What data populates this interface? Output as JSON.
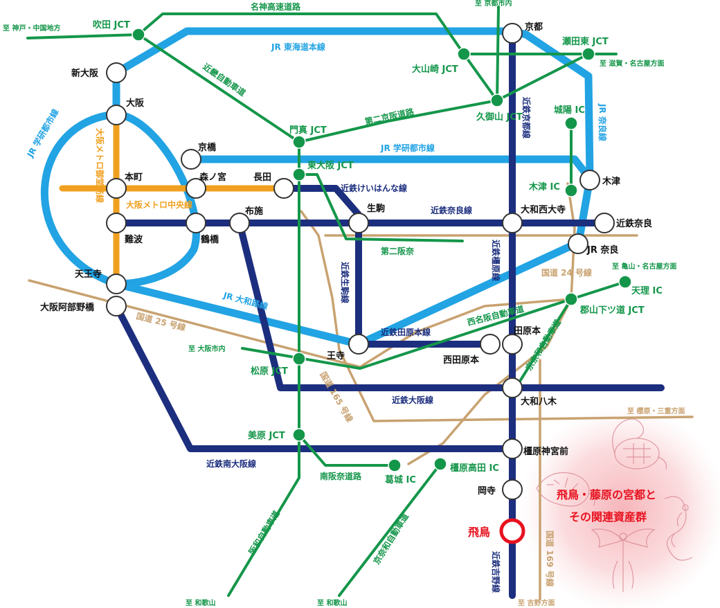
{
  "colors": {
    "jr": "#22a3e3",
    "kintetsu": "#1c2e7e",
    "expressway": "#14964a",
    "metro": "#f0a020",
    "national_road": "#c8a270",
    "highlight": "#e8121f",
    "highlight_glow": "#f5a8ae"
  },
  "lines": {
    "jr_tokaido": "JR 東海道本線",
    "jr_gakken_left": "JR 学研都市線",
    "jr_gakken_right": "JR 学研都市線",
    "jr_nara": "JR 奈良線",
    "jr_yamatoji": "JR 大和路線",
    "metro_midosuji": "大阪メトロ御堂筋線",
    "metro_chuo": "大阪メトロ中央線",
    "kintetsu_keihanna": "近鉄けいはんな線",
    "kintetsu_nara": "近鉄奈良線",
    "kintetsu_kyoto": "近鉄京都線",
    "kintetsu_kashihara": "近鉄橿原線",
    "kintetsu_ikoma": "近鉄生駒線",
    "kintetsu_tawaramoto": "近鉄田原本線",
    "kintetsu_osaka": "近鉄大阪線",
    "kintetsu_minami_osaka": "近鉄南大阪線",
    "kintetsu_yoshino": "近鉄吉野線"
  },
  "roads": {
    "meishin": "名神高速道路",
    "kinki": "近畿自動車道",
    "daini_keihan": "第二京阪道路",
    "daini_hanna": "第二阪奈",
    "nishi_meihan": "西名阪自動車道",
    "keinawa_north": "京奈和自動車道",
    "keinawa_south": "京奈和自動車道",
    "hanwa": "阪和自動車道",
    "minami_hanna": "南阪奈道路",
    "route25": "国道 25 号線",
    "route24": "国道 24 号線",
    "route165": "国道 165 号線",
    "route169": "国道 169 号線"
  },
  "stations": {
    "kyoto": "京都",
    "shin_osaka": "新大阪",
    "osaka": "大阪",
    "kyobashi": "京橋",
    "honmachi": "本町",
    "morinomiya": "森ノ宮",
    "nagata": "長田",
    "ikoma": "生駒",
    "yamato_saidaiji": "大和西大寺",
    "kintetsu_nara": "近鉄奈良",
    "kizu": "木津",
    "jr_nara": "JR 奈良",
    "fuse": "布施",
    "tsuruhashi": "鶴橋",
    "namba": "難波",
    "tennoji": "天王寺",
    "osaka_abenobashi": "大阪阿部野橋",
    "oji": "王寺",
    "nishitawaramoto": "西田原本",
    "tawaramoto": "田原本",
    "yamato_yagi": "大和八木",
    "kashihara_jingumae": "橿原神宮前",
    "okadera": "岡寺",
    "asuka": "飛鳥"
  },
  "junctions": {
    "suita": "吹田 JCT",
    "oyamazaki": "大山崎 JCT",
    "seta_higashi": "瀬田東 JCT",
    "kumiyama": "久御山 JCT",
    "joyo": "城陽 IC",
    "kadoma": "門真 JCT",
    "higashi_osaka": "東大阪 JCT",
    "kizu_ic": "木津 IC",
    "tenri": "天理 IC",
    "koriyama": "郡山下ツ道 JCT",
    "matsubara": "松原 JCT",
    "mihara": "美原 JCT",
    "katsuragi": "葛城 IC",
    "kashihara_takada": "橿原高田 IC"
  },
  "directions": {
    "kobe": "至 神戸・中国地方",
    "kyoto_city": "至 京都市内",
    "shiga": "至 滋賀・名古屋方面",
    "kameyama": "至 亀山・名古屋方面",
    "osaka_city": "至 大阪市内",
    "sakurai": "至 櫻原・三重方面",
    "wakayama_1": "至 和歌山",
    "wakayama_2": "至 和歌山",
    "yoshino": "至 吉野方面"
  },
  "heritage": {
    "line1": "飛鳥・藤原の宮都と",
    "line2": "その関連資産群"
  }
}
